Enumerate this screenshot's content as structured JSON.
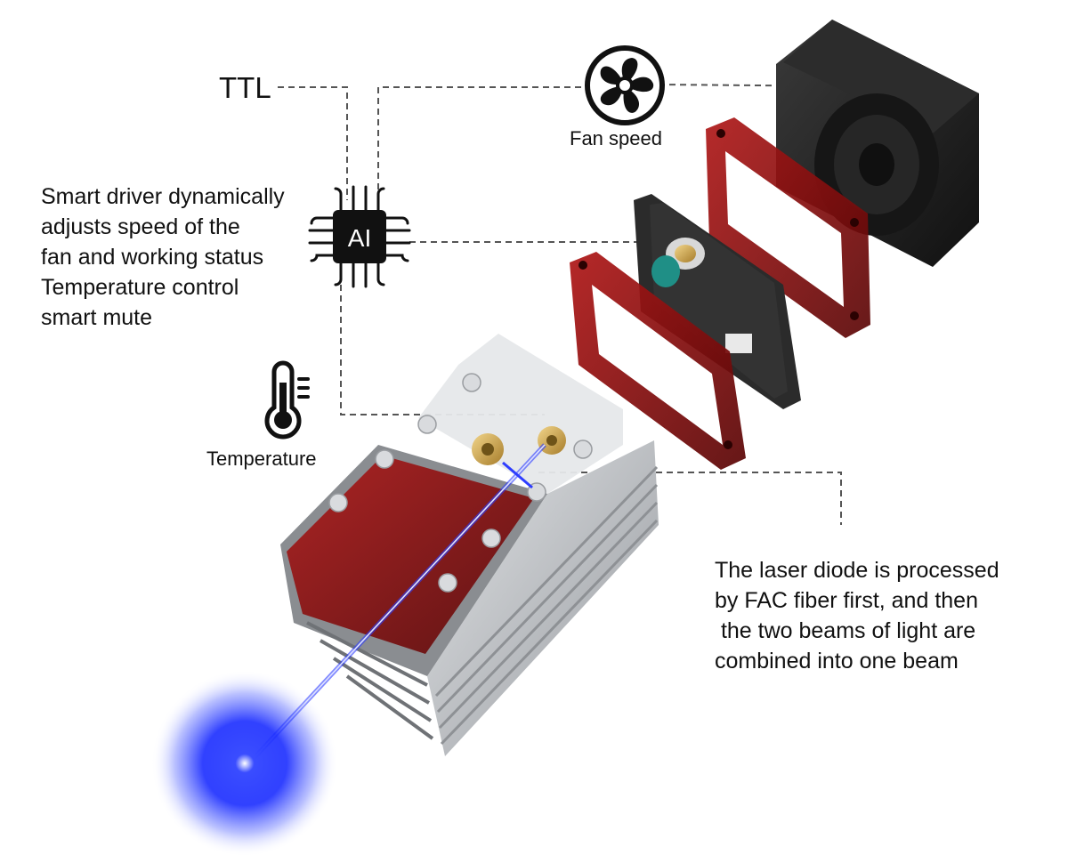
{
  "labels": {
    "ttl": "TTL",
    "ai_chip": "AI",
    "fan_speed": "Fan speed",
    "temperature": "Temperature"
  },
  "smart_driver_text": [
    "Smart driver dynamically",
    "adjusts speed of the",
    "fan and working status",
    "Temperature control",
    "smart mute"
  ],
  "laser_text": [
    "The laser diode is processed",
    "by FAC fiber first, and then",
    " the two beams of light are",
    "combined into one beam"
  ],
  "icons": {
    "ai_chip": "ai-chip-icon",
    "fan": "fan-icon",
    "temperature": "thermometer-icon"
  },
  "colors": {
    "laser_blue": "#1a2cff",
    "acrylic_red": "#8a0d0d",
    "aluminum": "#b9bcc0",
    "fan_black": "#1c1c1c",
    "text": "#111111",
    "dashed_line": "#555555"
  }
}
